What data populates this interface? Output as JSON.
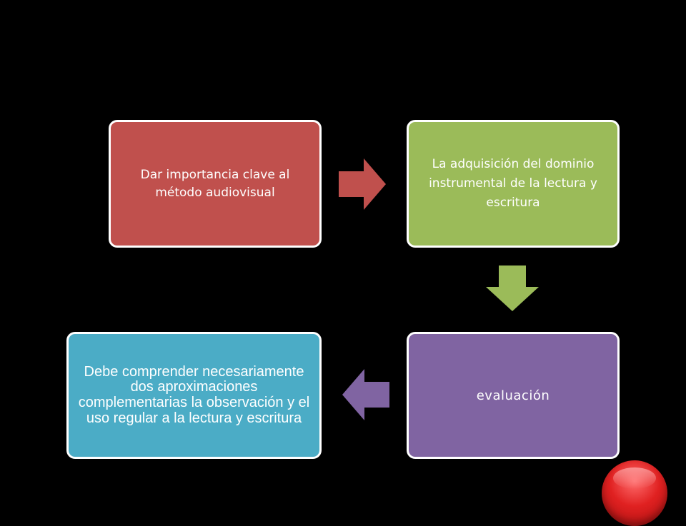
{
  "diagram": {
    "nodes": [
      {
        "text": "Dar importancia clave al método audiovisual",
        "color": "#c0504d"
      },
      {
        "text": "La adquisición del dominio instrumental de la lectura y escritura",
        "color": "#9bbb59"
      },
      {
        "text": "evaluación",
        "color": "#8064a2"
      },
      {
        "text": "Debe comprender necesariamente dos aproximaciones complementarias la observación y el uso regular a la lectura y escritura",
        "color": "#4bacc6"
      }
    ],
    "edges": [
      {
        "from": 0,
        "to": 1,
        "direction": "right"
      },
      {
        "from": 1,
        "to": 2,
        "direction": "down"
      },
      {
        "from": 2,
        "to": 3,
        "direction": "left"
      }
    ]
  },
  "background": "#000000",
  "corner_button": {
    "icon": "red-circle-icon",
    "color": "#e02121"
  }
}
